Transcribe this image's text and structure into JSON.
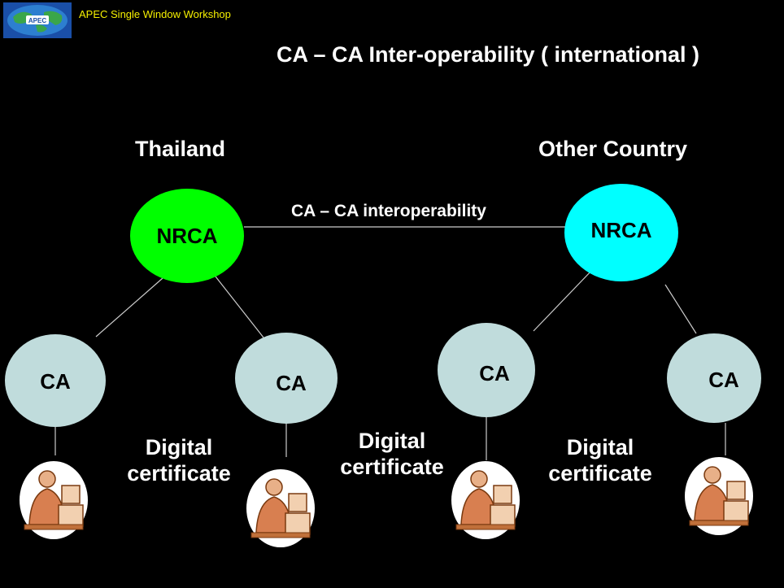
{
  "header": {
    "workshop_title": "APEC Single Window Workshop",
    "logo_text": "APEC"
  },
  "slide": {
    "title": "CA – CA Inter-operability ( international )"
  },
  "left_group": {
    "country": "Thailand",
    "root": "NRCA",
    "children": [
      "CA",
      "CA"
    ],
    "certificate_label": [
      "Digital",
      "certificate"
    ]
  },
  "right_group": {
    "country": "Other Country",
    "root": "NRCA",
    "children": [
      "CA",
      "CA"
    ],
    "certificate_label": [
      "Digital",
      "certificate"
    ]
  },
  "middle_certificate_label": [
    "Digital",
    "certificate"
  ],
  "interop_label": "CA – CA interoperability",
  "colors": {
    "background": "#000000",
    "header_text": "#f5f000",
    "nrca_thailand": "#00ff00",
    "nrca_other": "#00ffff",
    "ca_node": "#c0dcdc",
    "connector": "#cccccc"
  },
  "icons": {
    "user": "user-at-computer-icon",
    "logo": "apec-globe-logo"
  }
}
